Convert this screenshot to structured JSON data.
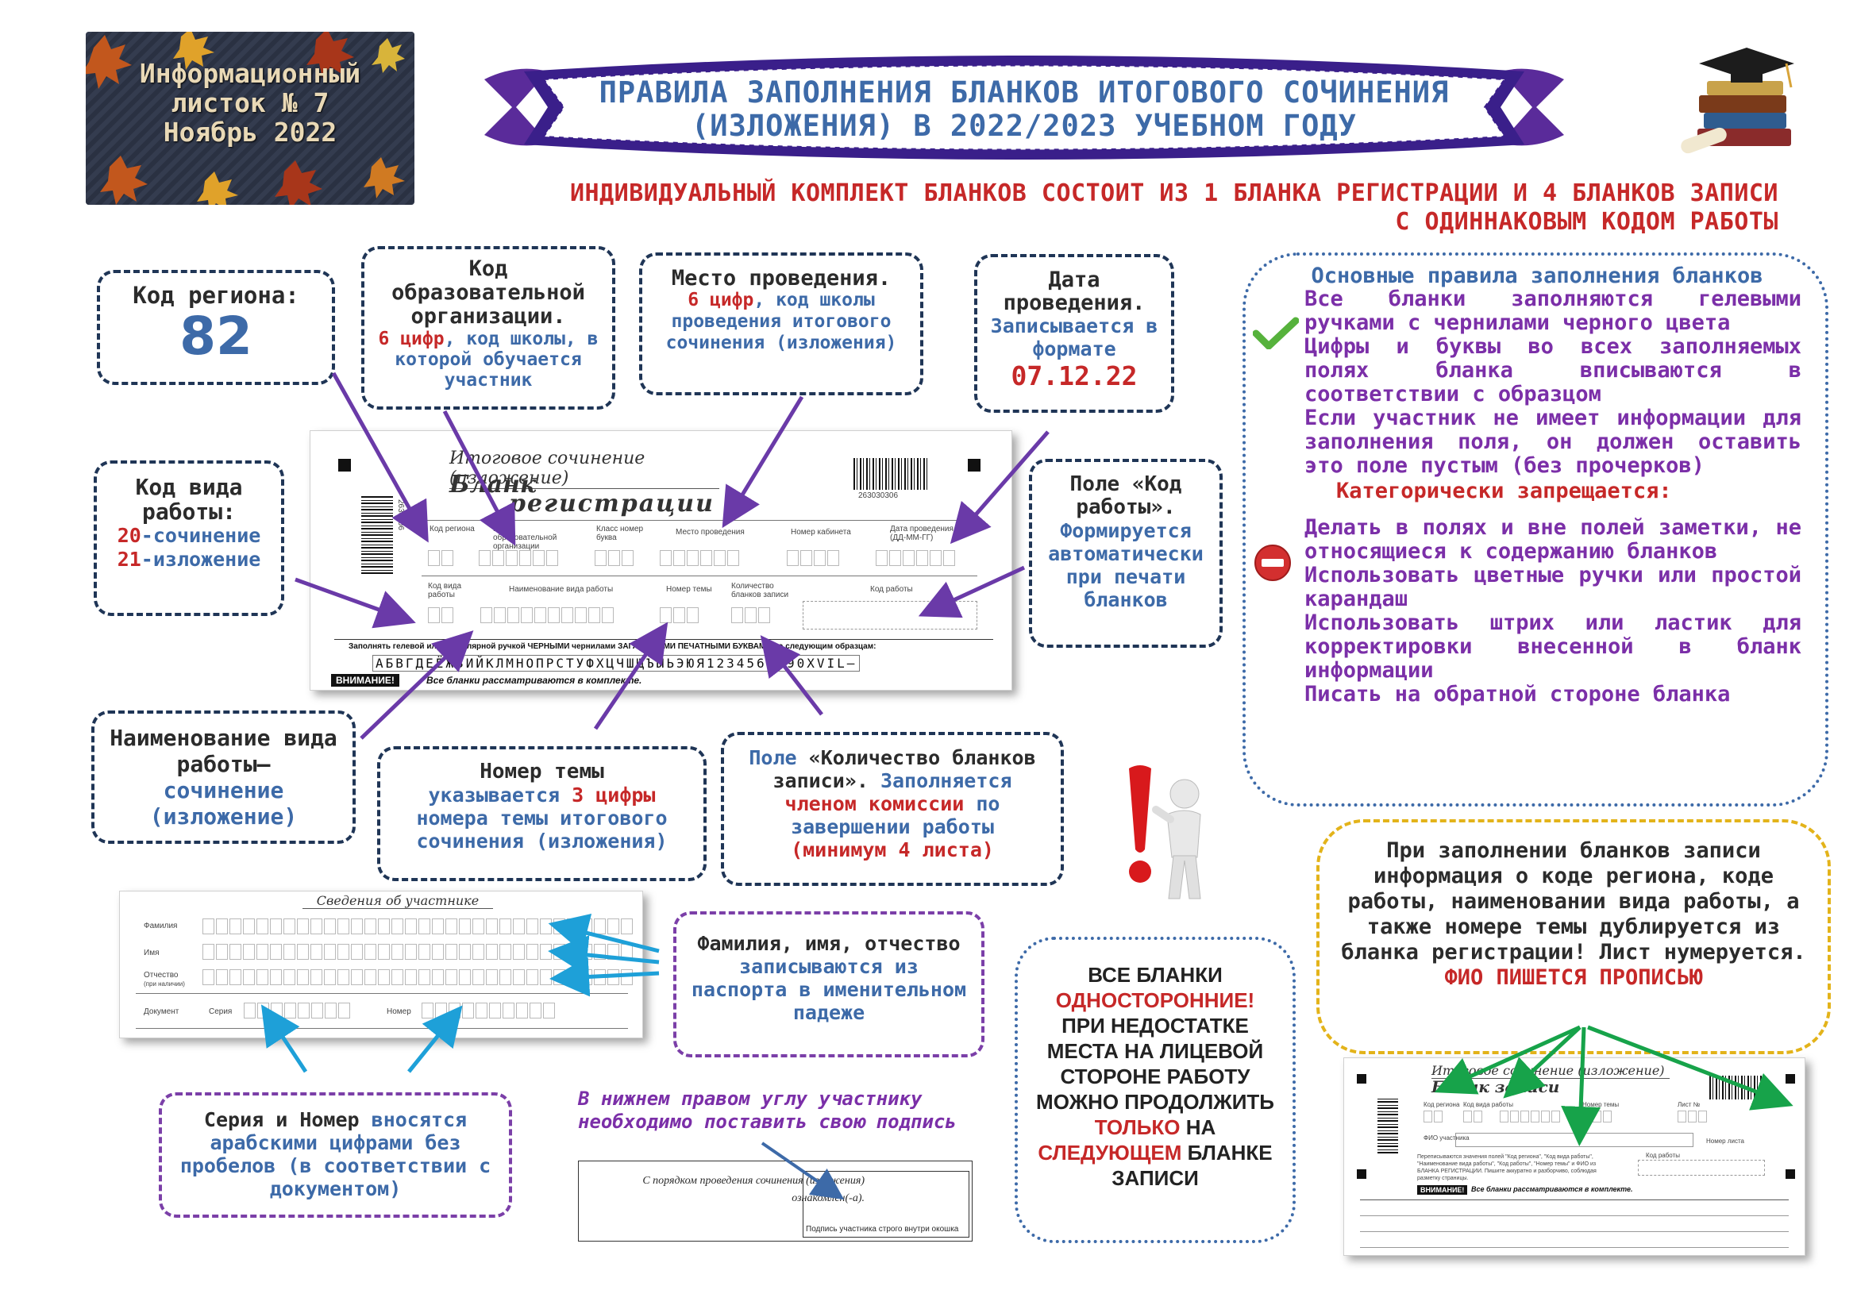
{
  "header": {
    "info_line1": "Информационный",
    "info_line2": "листок № 7",
    "info_line3": "Ноябрь 2022",
    "title_line1": "ПРАВИЛА ЗАПОЛНЕНИЯ БЛАНКОВ ИТОГОВОГО СОЧИНЕНИЯ",
    "title_line2": "(ИЗЛОЖЕНИЯ) В 2022/2023 УЧЕБНОМ ГОДУ",
    "subtitle_line1": "ИНДИВИДУАЛЬНЫЙ КОМПЛЕКТ БЛАНКОВ СОСТОИТ ИЗ 1 БЛАНКА РЕГИСТРАЦИИ И 4 БЛАНКОВ ЗАПИСИ",
    "subtitle_line2": "С ОДИННАКОВЫМ КОДОМ РАБОТЫ"
  },
  "region": {
    "label": "Код региона:",
    "value": "82"
  },
  "org_code": {
    "title": "Код образовательной организации.",
    "digits": "6 цифр",
    "rest": ", код школы, в которой обучается участник"
  },
  "place": {
    "title": "Место проведения.",
    "digits": "6 цифр",
    "rest": ", код школы проведения итогового сочинения (изложения)"
  },
  "date": {
    "title": "Дата проведения.",
    "format_text": "Записывается в формате",
    "value": "07.12.22"
  },
  "work_type": {
    "title": "Код вида работы:",
    "code20": "20",
    "text20": "-сочинение",
    "code21": "21",
    "text21": "-изложение"
  },
  "work_code": {
    "title": "Поле «Код работы».",
    "text": "Формируется автоматически при печати бланков"
  },
  "work_name": {
    "title": "Наименование вида работы–",
    "text": "сочинение (изложение)"
  },
  "topic": {
    "title": "Номер темы",
    "pre": "указывается ",
    "digits": "3 цифры",
    "rest": " номера темы итогового сочинения (изложения)"
  },
  "sheets": {
    "pre": "Поле ",
    "title": "«Количество бланков записи».",
    "mid": " Заполняется ",
    "who": "членом комиссии",
    "rest": " по завершении работы",
    "min": "(минимум 4 листа)"
  },
  "rules": {
    "title": "Основные правила заполнения бланков",
    "items": [
      "Все бланки заполняются гелевыми ручками с чернилами черного цвета",
      "Цифры и буквы во всех заполняемых полях бланка вписываются в соответствии с образцом",
      "Если участник не имеет информации для заполнения поля, он должен оставить это поле пустым (без прочерков)"
    ],
    "forbidden_title": "Категорически запрещается:",
    "forbidden": [
      "Делать в полях и вне полей заметки, не относящиеся к содержанию бланков",
      "Использовать цветные ручки или простой карандаш",
      "Использовать штрих или ластик для корректировки внесенной в бланк информации",
      "Писать на обратной стороне бланка"
    ]
  },
  "registration_form": {
    "header": "Итоговое сочинение (изложение)",
    "title1": "Бланк",
    "title2": "регистрации",
    "barcode_number": "263030306",
    "side_barcode": "2630306",
    "labels": {
      "region": "Код региона",
      "org": "Код образовательной организации",
      "class": "Класс номер буква",
      "place": "Место проведения",
      "room": "Номер кабинета",
      "date": "Дата проведения (ДД-ММ-ГГ)",
      "work_type": "Код вида работы",
      "work_name": "Наименование вида работы",
      "topic": "Номер темы",
      "sheets": "Количество бланков записи",
      "work_code": "Код работы"
    },
    "sample_caption": "Заполнять гелевой или капиллярной ручкой ЧЕРНЫМИ чернилами ЗАГЛАВНЫМИ ПЕЧАТНЫМИ БУКВАМИ по следующим образцам:",
    "sample": "АБВГДЕЁЖЗИЙКЛМНОПРСТУФХЦЧШЩЪЫЬЭЮЯ1234567890XVIL–",
    "attention": "ВНИМАНИЕ!",
    "attention_text": "Все бланки рассматриваются в комплекте."
  },
  "participant_form": {
    "header": "Сведения об участнике",
    "surname": "Фамилия",
    "name": "Имя",
    "patronymic": "Отчество",
    "patronymic_note": "(при наличии)",
    "document": "Документ",
    "series": "Серия",
    "number": "Номер"
  },
  "fio_box": {
    "title": "Фамилия, имя, отчество",
    "mid": " записываются",
    "rest": " из паспорта в именительном падеже"
  },
  "series_box": {
    "title": "Серия и Номер",
    "mid": " вносятся",
    "rest": " арабскими цифрами без пробелов (в соответствии с документом)"
  },
  "signature": {
    "note": "В нижнем правом углу участнику необходимо поставить свою подпись",
    "text": "С порядком проведения сочинения (изложения) ознакомлен(-а).",
    "caption": "Подпись участника строго внутри окошка"
  },
  "one_sided": {
    "line1": "ВСЕ БЛАНКИ",
    "line2": "ОДНОСТОРОННИЕ!",
    "line3": "ПРИ НЕДОСТАТКЕ МЕСТА НА ЛИЦЕВОЙ СТОРОНЕ РАБОТУ МОЖНО ПРОДОЛЖИТЬ",
    "line4": "ТОЛЬКО",
    "line5": " НА",
    "line6": "СЛЕДУЮЩЕМ",
    "line7": " БЛАНКЕ ЗАПИСИ"
  },
  "duplicate": {
    "text": "При заполнении бланков записи информация о коде региона, коде работы, наименовании вида работы, а также номере темы дублируется из бланка регистрации! Лист нумеруется.",
    "fio": "ФИО ПИШЕТСЯ ПРОПИСЬЮ"
  },
  "record_form": {
    "header": "Итоговое сочинение (изложение)",
    "title": "Бланк записи",
    "labels": {
      "region": "Код региона",
      "work_code": "Код вида работы",
      "topic": "Номер темы",
      "sheet": "Лист №",
      "fio": "ФИО участника",
      "work": "Код работы",
      "sheet_no": "Номер листа"
    },
    "note": "Переписываются значения полей \"Код региона\", \"Код вида работы\", \"Наименование вида работы\", \"Код работы\", \"Номер темы\" и ФИО из БЛАНКА РЕГИСТРАЦИИ. Пишите аккуратно и разборчиво, соблюдая разметку страницы.",
    "attention": "ВНИМАНИЕ!",
    "attention_text": "Все бланки рассматриваются в комплекте."
  },
  "colors": {
    "navy": "#1f3556",
    "blue": "#3d6aa8",
    "red": "#c62828",
    "purple": "#7b2fa8",
    "arrow_purple": "#6a3aa8",
    "arrow_cyan": "#1ea0d8",
    "arrow_green": "#17a34a",
    "yellow": "#e3b31a"
  }
}
